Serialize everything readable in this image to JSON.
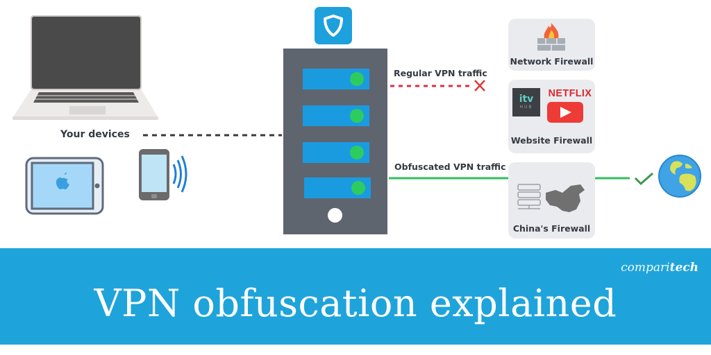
{
  "diagram": {
    "devices_label": "Your devices",
    "devices": [
      {
        "name": "Laptop",
        "icon": "laptop-icon"
      },
      {
        "name": "iPad",
        "icon": "tablet-apple-icon"
      },
      {
        "name": "Smartphone",
        "icon": "smartphone-wireless-icon"
      }
    ],
    "vpn_server": {
      "icon": "shield-icon",
      "slots": 4
    },
    "connections": {
      "regular": {
        "label": "Regular VPN traffic",
        "result_icon": "cross-icon",
        "color": "#d9304a"
      },
      "obfuscated": {
        "label": "Obfuscated VPN traffic",
        "result_icon": "check-icon",
        "color": "#2fbf5a"
      }
    },
    "firewalls": [
      {
        "label": "Network Firewall",
        "icon": "firewall-flame-icon"
      },
      {
        "label": "Website Firewall",
        "icon_texts": [
          "itv",
          "HUB",
          "NETFLIX"
        ],
        "icons": [
          "itv-hub-logo",
          "netflix-logo",
          "youtube-play-icon"
        ]
      },
      {
        "label": "China's Firewall",
        "icon": "china-map-server-icon"
      }
    ],
    "destination": {
      "icon": "globe-icon"
    }
  },
  "banner": {
    "title": "VPN obfuscation explained",
    "brand_light": "compari",
    "brand_bold": "tech",
    "color": "#1ea4da"
  }
}
